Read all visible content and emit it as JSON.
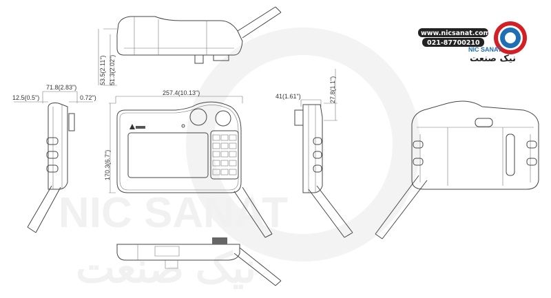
{
  "dimensions": {
    "top_height_outer": "53.5(2.11\")",
    "top_height_inner": "51.3(2.02\")",
    "side_width": "71.8(2.83\")",
    "side_left_offset": "12.5(0.5\")",
    "side_right_offset": "0.72\")",
    "front_width": "257.4(10.13\")",
    "front_height": "170.3(6.7\")",
    "right_side_depth": "41(1.61\")",
    "right_side_height": "27.8(1.1\")"
  },
  "logo": {
    "website": "www.nicsanat.com",
    "phone": "021-87700210",
    "brand_en": "NIC SANAT",
    "brand_fa": "نیک صنعت",
    "colors": {
      "gear": "#d32027",
      "circle": "#1f6fb5"
    }
  },
  "watermark": {
    "text_en": "NIC SANAT",
    "text_fa": "نیک صنعت"
  }
}
